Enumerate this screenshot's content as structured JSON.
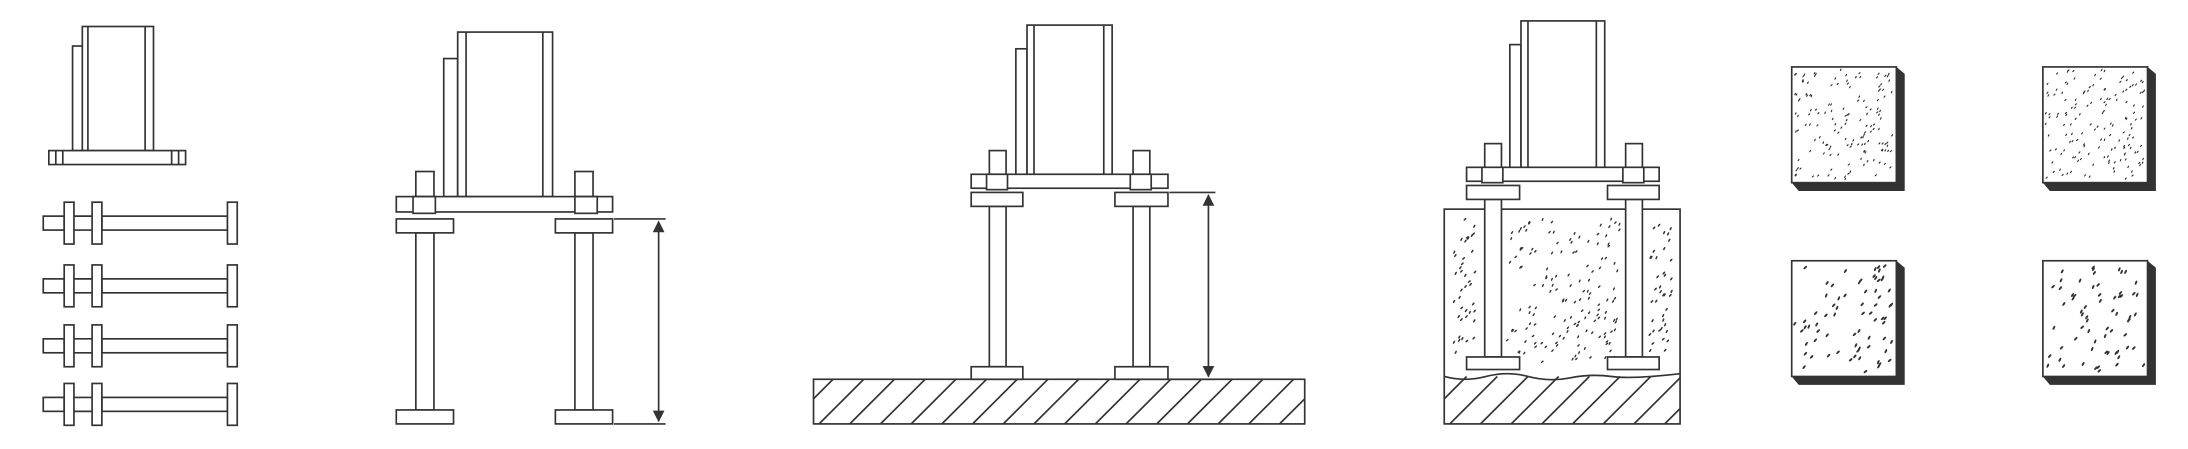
{
  "colors": {
    "line": "#333333",
    "background": "#ffffff",
    "shadow": "#333333"
  },
  "figures": [
    {
      "id": "column-base-and-anchor-bolts"
    },
    {
      "id": "column-on-leveling-bolts-with-height-dimension"
    },
    {
      "id": "column-on-bolts-over-hatched-ground"
    },
    {
      "id": "column-embedded-in-concrete-footing"
    },
    {
      "id": "concrete-texture-samples",
      "count": 4
    }
  ]
}
